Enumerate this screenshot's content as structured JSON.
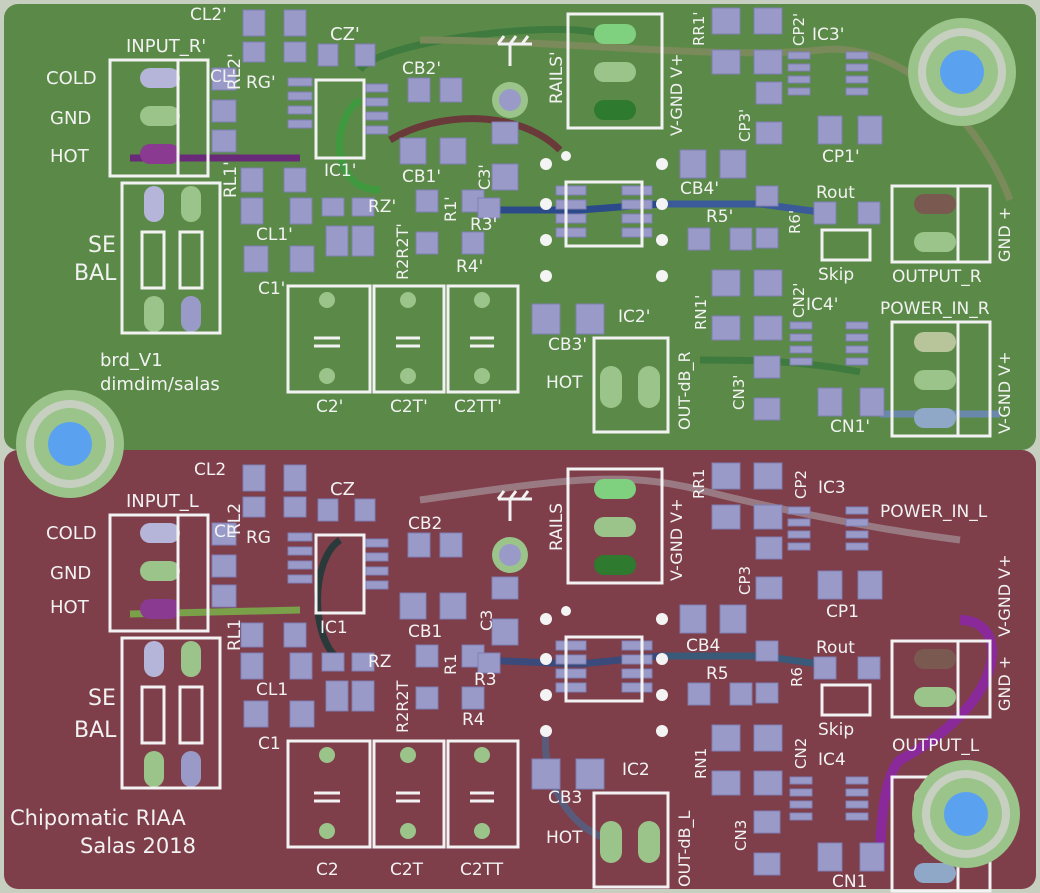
{
  "board": {
    "top_color": "#5b8a48",
    "bottom_color": "#7e3e4a",
    "edge_color": "#c7cfc0",
    "silk_color": "#f2f2f2",
    "pad_color": "#9a9ac9"
  },
  "top": {
    "labels": {
      "input_header": "INPUT_R'",
      "cold": "COLD",
      "gnd": "GND",
      "hot": "HOT",
      "se": "SE",
      "bal": "BAL",
      "cl2": "CL2'",
      "rl2": "RL2'",
      "cl": "CL'",
      "rg": "RG'",
      "rl1": "RL1'",
      "cl1": "CL1'",
      "c1": "C1'",
      "cz": "CZ'",
      "ic1": "IC1'",
      "cb2": "CB2'",
      "cb1": "CB1'",
      "rz": "RZ'",
      "r2": "R2R2T'",
      "r1": "R1'",
      "r3": "R3'",
      "r4": "R4'",
      "c3": "C3'",
      "rails": "RAILS'",
      "v": "V-GND V+",
      "rr1": "RR1'",
      "cp2": "CP2'",
      "ic3": "IC3'",
      "cp3": "CP3'",
      "cp1": "CP1'",
      "cb4": "CB4'",
      "r5": "R5'",
      "r6": "R6'",
      "rout": "Rout",
      "skip": "Skip",
      "output_header": "OUTPUT_R",
      "out_gnd": "GND +",
      "ic2": "IC2'",
      "cb3": "CB3'",
      "rn1": "RN1'",
      "out_db": "OUT-dB_R",
      "out_hot": "HOT",
      "cn2": "CN2'",
      "ic4": "IC4'",
      "cn3": "CN3'",
      "cn1": "CN1'",
      "power_header": "POWER_IN_R",
      "power_v": "V-GND V+",
      "c2": "C2'",
      "c2t": "C2T'",
      "c2tt": "C2TT'",
      "credit_line1": "brd_V1",
      "credit_line2": "dimdim/salas"
    }
  },
  "bottom": {
    "labels": {
      "input_header": "INPUT_L",
      "cold": "COLD",
      "gnd": "GND",
      "hot": "HOT",
      "se": "SE",
      "bal": "BAL",
      "cl2": "CL2",
      "rl2": "RL2",
      "cl": "CL",
      "rg": "RG",
      "rl1": "RL1",
      "cl1": "CL1",
      "c1": "C1",
      "cz": "CZ",
      "ic1": "IC1",
      "cb2": "CB2",
      "cb1": "CB1",
      "rz": "RZ",
      "r2": "R2R2T",
      "r1": "R1",
      "r3": "R3",
      "r4": "R4",
      "c3": "C3",
      "rails": "RAILS",
      "v": "V-GND V+",
      "rr1": "RR1",
      "cp2": "CP2",
      "ic3": "IC3",
      "cp3": "CP3",
      "cp1": "CP1",
      "cb4": "CB4",
      "r5": "R5",
      "r6": "R6",
      "rout": "Rout",
      "skip": "Skip",
      "output_header": "OUTPUT_L",
      "out_gnd": "GND +",
      "ic2": "IC2",
      "cb3": "CB3",
      "rn1": "RN1",
      "out_db": "OUT-dB_L",
      "out_hot": "HOT",
      "cn2": "CN2",
      "ic4": "IC4",
      "cn3": "CN3",
      "cn1": "CN1",
      "power_header": "POWER_IN_L",
      "power_v": "V-GND V+",
      "c2": "C2",
      "c2t": "C2T",
      "c2tt": "C2TT",
      "credit_line1": "Chipomatic RIAA",
      "credit_line2": "Salas 2018"
    }
  }
}
